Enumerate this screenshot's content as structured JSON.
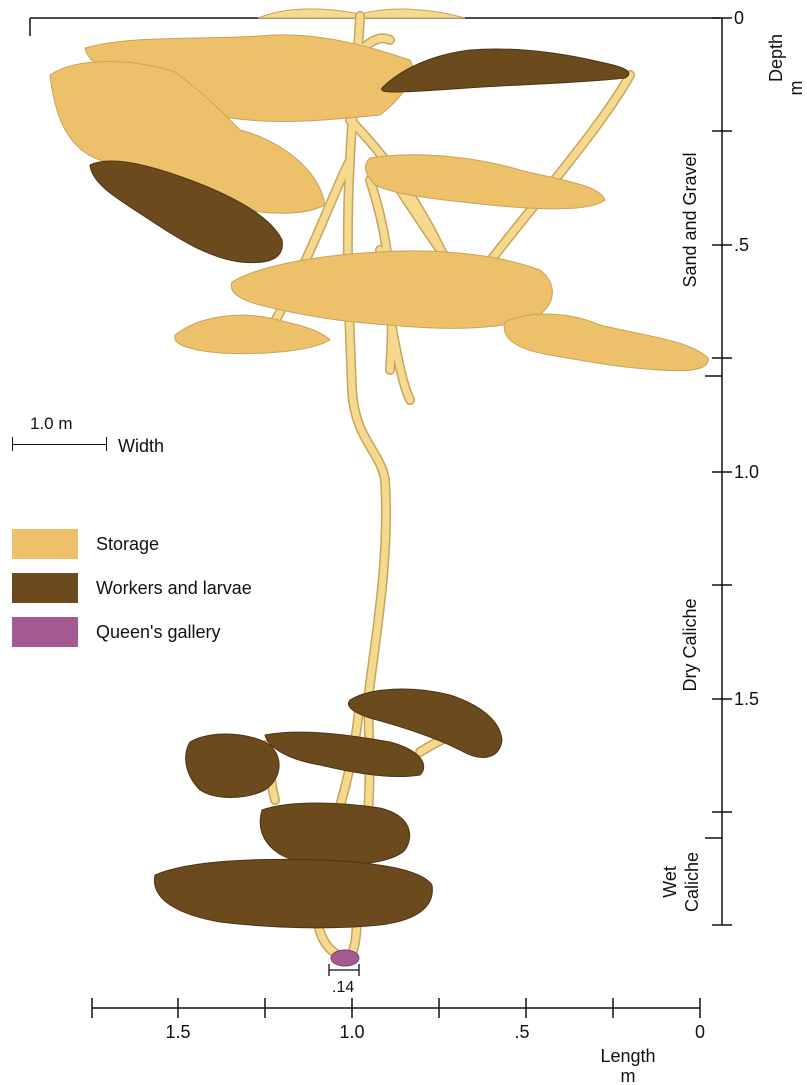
{
  "depth_axis": {
    "title": "Depth",
    "unit": "m",
    "ticks": [
      "0",
      ".5",
      "1.0",
      "1.5"
    ]
  },
  "length_axis": {
    "title": "Length",
    "unit": "m",
    "ticks": [
      "1.5",
      "1.0",
      ".5",
      "0"
    ]
  },
  "zones": [
    "Sand and Gravel",
    "Dry Caliche",
    "Wet",
    "Caliche"
  ],
  "scale_bar": {
    "length": "1.0 m",
    "label": "Width"
  },
  "queen_width_label": ".14",
  "legend": [
    {
      "label": "Storage",
      "color": "#EDC06A"
    },
    {
      "label": "Workers and larvae",
      "color": "#6B4A1E"
    },
    {
      "label": "Queen's gallery",
      "color": "#A35A92"
    }
  ],
  "colors": {
    "storage": "#EDC06A",
    "workers": "#6B4A1E",
    "queen": "#A35A92",
    "tunnel": "#F5D98F",
    "outline": "#C9A35A"
  }
}
